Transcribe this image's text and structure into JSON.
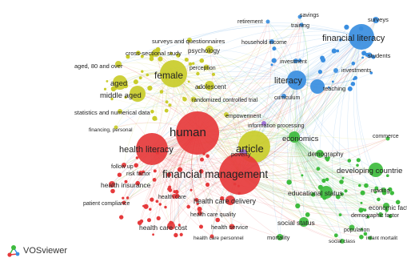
{
  "app": {
    "name": "VOSviewer"
  },
  "colors": {
    "red": "#e6393b",
    "yellow": "#c9cc2a",
    "blue": "#3a8ee0",
    "green": "#3dbb3d",
    "purple": "#9a6dd6"
  },
  "nodes": [
    {
      "id": "savings",
      "label": "savings",
      "cluster": "blue"
    },
    {
      "id": "surveys",
      "label": "surveys",
      "cluster": "blue"
    },
    {
      "id": "retirement",
      "label": "retirement",
      "cluster": "blue"
    },
    {
      "id": "training",
      "label": "training",
      "cluster": "blue"
    },
    {
      "id": "financial_literacy",
      "label": "financial literacy",
      "cluster": "blue"
    },
    {
      "id": "household_income",
      "label": "household income",
      "cluster": "blue"
    },
    {
      "id": "students",
      "label": "students",
      "cluster": "blue"
    },
    {
      "id": "investment",
      "label": "investment",
      "cluster": "blue"
    },
    {
      "id": "investments",
      "label": "investments",
      "cluster": "blue"
    },
    {
      "id": "literacy",
      "label": "literacy",
      "cluster": "blue"
    },
    {
      "id": "teaching",
      "label": "teaching",
      "cluster": "blue"
    },
    {
      "id": "curriculum",
      "label": "curriculum",
      "cluster": "blue"
    },
    {
      "id": "surveys_q",
      "label": "surveys and questionnaires",
      "cluster": "yellow"
    },
    {
      "id": "cross_sectional",
      "label": "cross-sectional study",
      "cluster": "yellow"
    },
    {
      "id": "psychology",
      "label": "psychology",
      "cluster": "yellow"
    },
    {
      "id": "aged80",
      "label": "aged, 80 and over",
      "cluster": "yellow"
    },
    {
      "id": "perception",
      "label": "perception",
      "cluster": "yellow"
    },
    {
      "id": "female",
      "label": "female",
      "cluster": "yellow"
    },
    {
      "id": "aged",
      "label": "aged",
      "cluster": "yellow"
    },
    {
      "id": "middle_aged",
      "label": "middle aged",
      "cluster": "yellow"
    },
    {
      "id": "adolescent",
      "label": "adolescent",
      "cluster": "yellow"
    },
    {
      "id": "rct",
      "label": "randomized controlled trial",
      "cluster": "yellow"
    },
    {
      "id": "statistics",
      "label": "statistics and numerical data",
      "cluster": "yellow"
    },
    {
      "id": "empowerment",
      "label": "empowerment",
      "cluster": "yellow"
    },
    {
      "id": "information_processing",
      "label": "information processing",
      "cluster": "purple"
    },
    {
      "id": "financing_personal",
      "label": "financing, personal",
      "cluster": "yellow"
    },
    {
      "id": "human",
      "label": "human",
      "cluster": "red"
    },
    {
      "id": "article",
      "label": "article",
      "cluster": "yellow"
    },
    {
      "id": "economics",
      "label": "economics",
      "cluster": "green"
    },
    {
      "id": "commerce",
      "label": "commerce",
      "cluster": "green"
    },
    {
      "id": "health_literacy",
      "label": "health literacy",
      "cluster": "red"
    },
    {
      "id": "poverty",
      "label": "poverty",
      "cluster": "purple"
    },
    {
      "id": "demography",
      "label": "demography",
      "cluster": "green"
    },
    {
      "id": "follow_up",
      "label": "follow up",
      "cluster": "red"
    },
    {
      "id": "financial_management",
      "label": "financial management",
      "cluster": "red"
    },
    {
      "id": "developing_countries",
      "label": "developing countrie",
      "cluster": "green"
    },
    {
      "id": "risk_factor",
      "label": "risk factor",
      "cluster": "red"
    },
    {
      "id": "health_insurance",
      "label": "health insurance",
      "cluster": "red"
    },
    {
      "id": "educational_status",
      "label": "educational status",
      "cluster": "green"
    },
    {
      "id": "reading",
      "label": "reading",
      "cluster": "green"
    },
    {
      "id": "health_care",
      "label": "health care",
      "cluster": "red"
    },
    {
      "id": "health_care_delivery",
      "label": "health care delivery",
      "cluster": "red"
    },
    {
      "id": "patient_compliance",
      "label": "patient compliance",
      "cluster": "red"
    },
    {
      "id": "economic_factor",
      "label": "economic facto",
      "cluster": "green"
    },
    {
      "id": "demographic_factor",
      "label": "demographic factor",
      "cluster": "green"
    },
    {
      "id": "health_care_quality",
      "label": "health care quality",
      "cluster": "red"
    },
    {
      "id": "social_status",
      "label": "social status",
      "cluster": "green"
    },
    {
      "id": "health_care_cost",
      "label": "health care cost",
      "cluster": "red"
    },
    {
      "id": "health_service",
      "label": "health service",
      "cluster": "red"
    },
    {
      "id": "population",
      "label": "population",
      "cluster": "green"
    },
    {
      "id": "mortality",
      "label": "mortality",
      "cluster": "green"
    },
    {
      "id": "infant_mortality",
      "label": "infant mortalit",
      "cluster": "green"
    },
    {
      "id": "health_care_personnel",
      "label": "health care personnel",
      "cluster": "red"
    },
    {
      "id": "social_class",
      "label": "social class",
      "cluster": "green"
    }
  ]
}
